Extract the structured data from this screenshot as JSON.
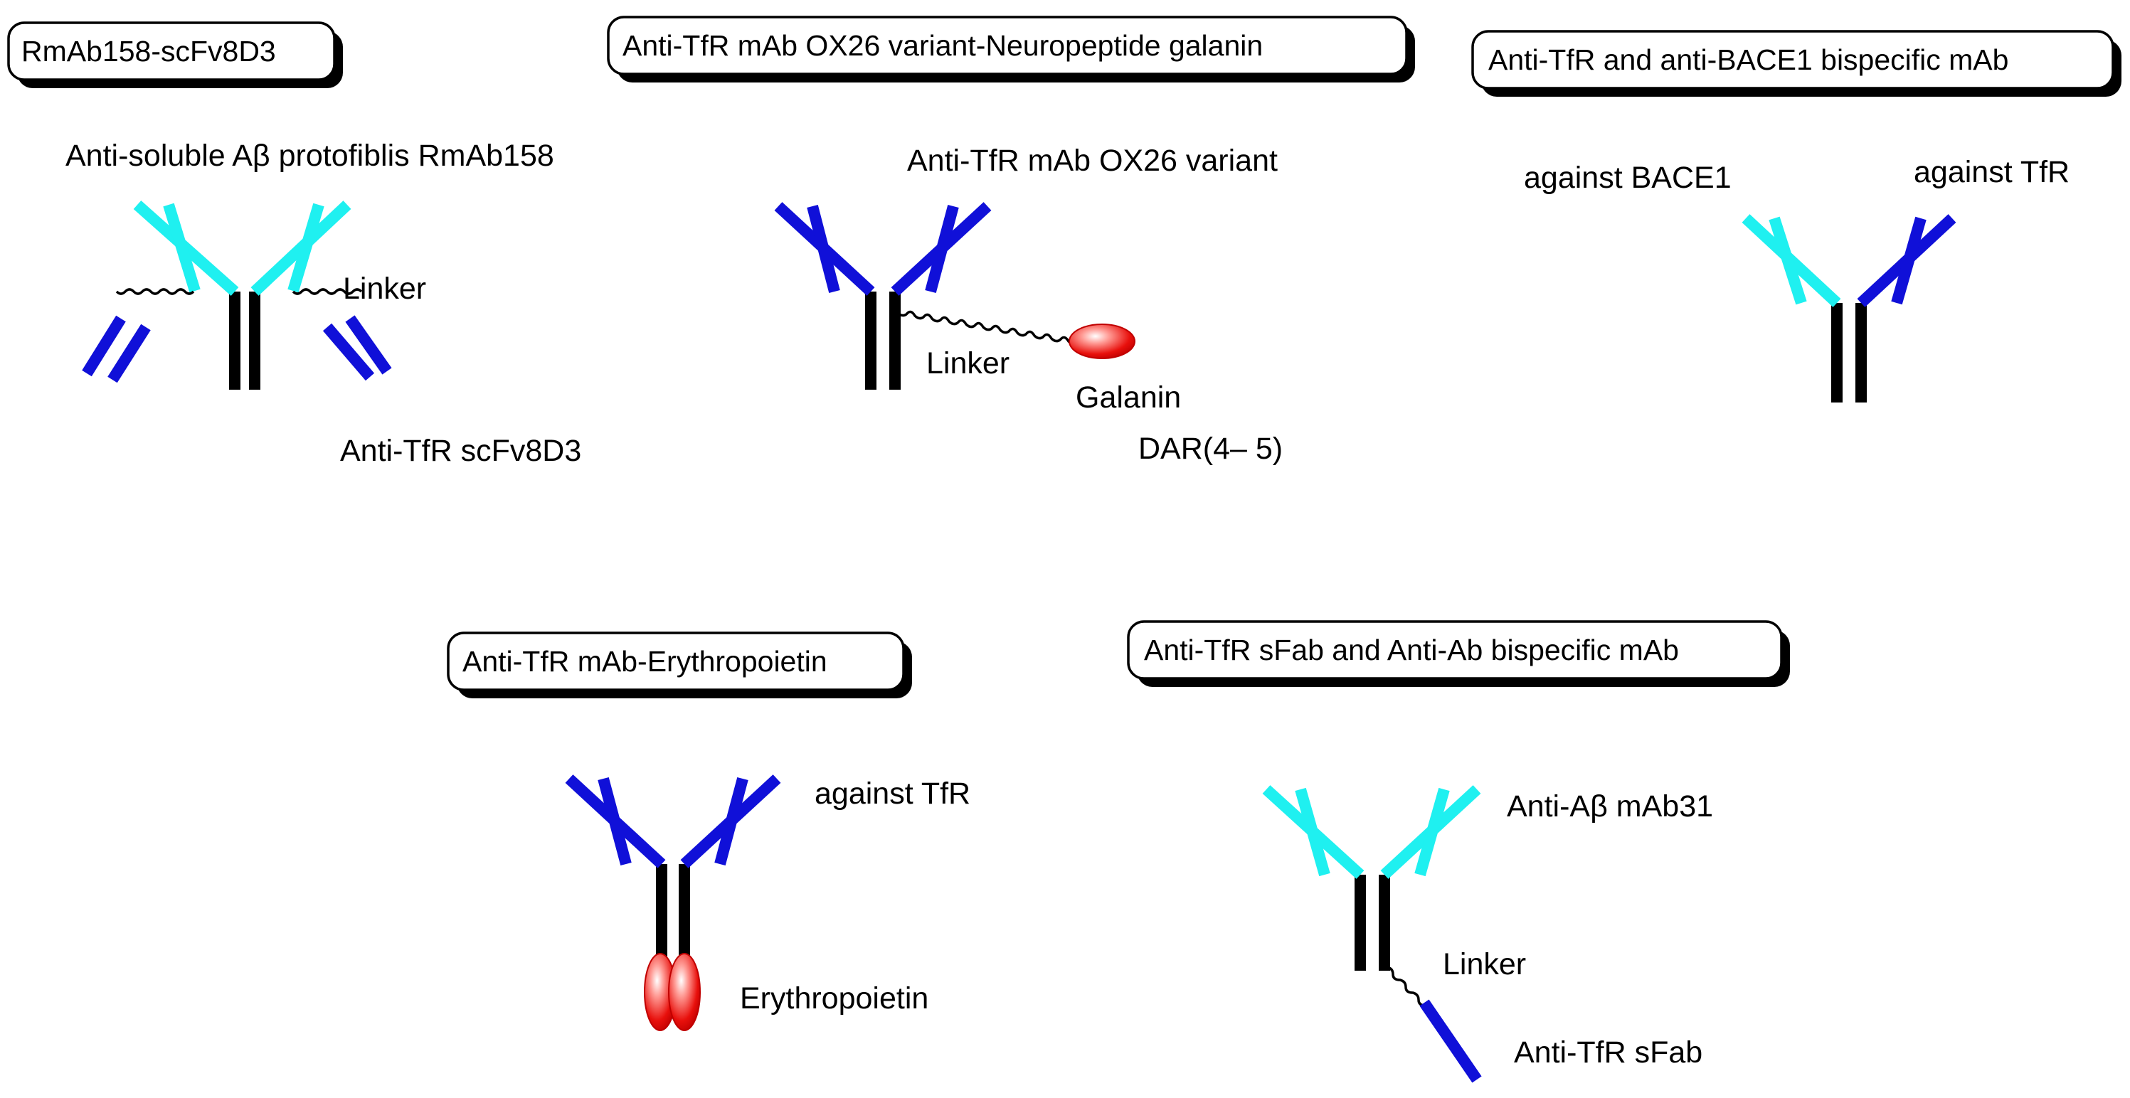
{
  "colors": {
    "antibody_chain": "#000000",
    "cyan_arm": "#1ff0f0",
    "blue_arm": "#1010d8",
    "payload_red": "#e8100c"
  },
  "panels": {
    "rmab158": {
      "title": "RmAb158-scFv8D3",
      "label_top": "Anti-soluble Aβ protofiblis RmAb158",
      "label_linker": "Linker",
      "label_bottom": "Anti-TfR scFv8D3"
    },
    "ox26": {
      "title": "Anti-TfR mAb OX26 variant-Neuropeptide galanin",
      "label_top": "Anti-TfR mAb OX26 variant",
      "label_linker": "Linker",
      "label_payload": "Galanin",
      "label_dar": "DAR(4– 5)"
    },
    "bace1": {
      "title": "Anti-TfR and anti-BACE1 bispecific mAb",
      "label_left": "against BACE1",
      "label_right": "against TfR"
    },
    "epo": {
      "title": "Anti-TfR mAb-Erythropoietin",
      "label_target": "against TfR",
      "label_payload": "Erythropoietin"
    },
    "sfab": {
      "title": "Anti-TfR sFab and Anti-Ab bispecific mAb",
      "label_top": "Anti-Aβ  mAb31",
      "label_linker": "Linker",
      "label_bottom": "Anti-TfR sFab"
    }
  }
}
